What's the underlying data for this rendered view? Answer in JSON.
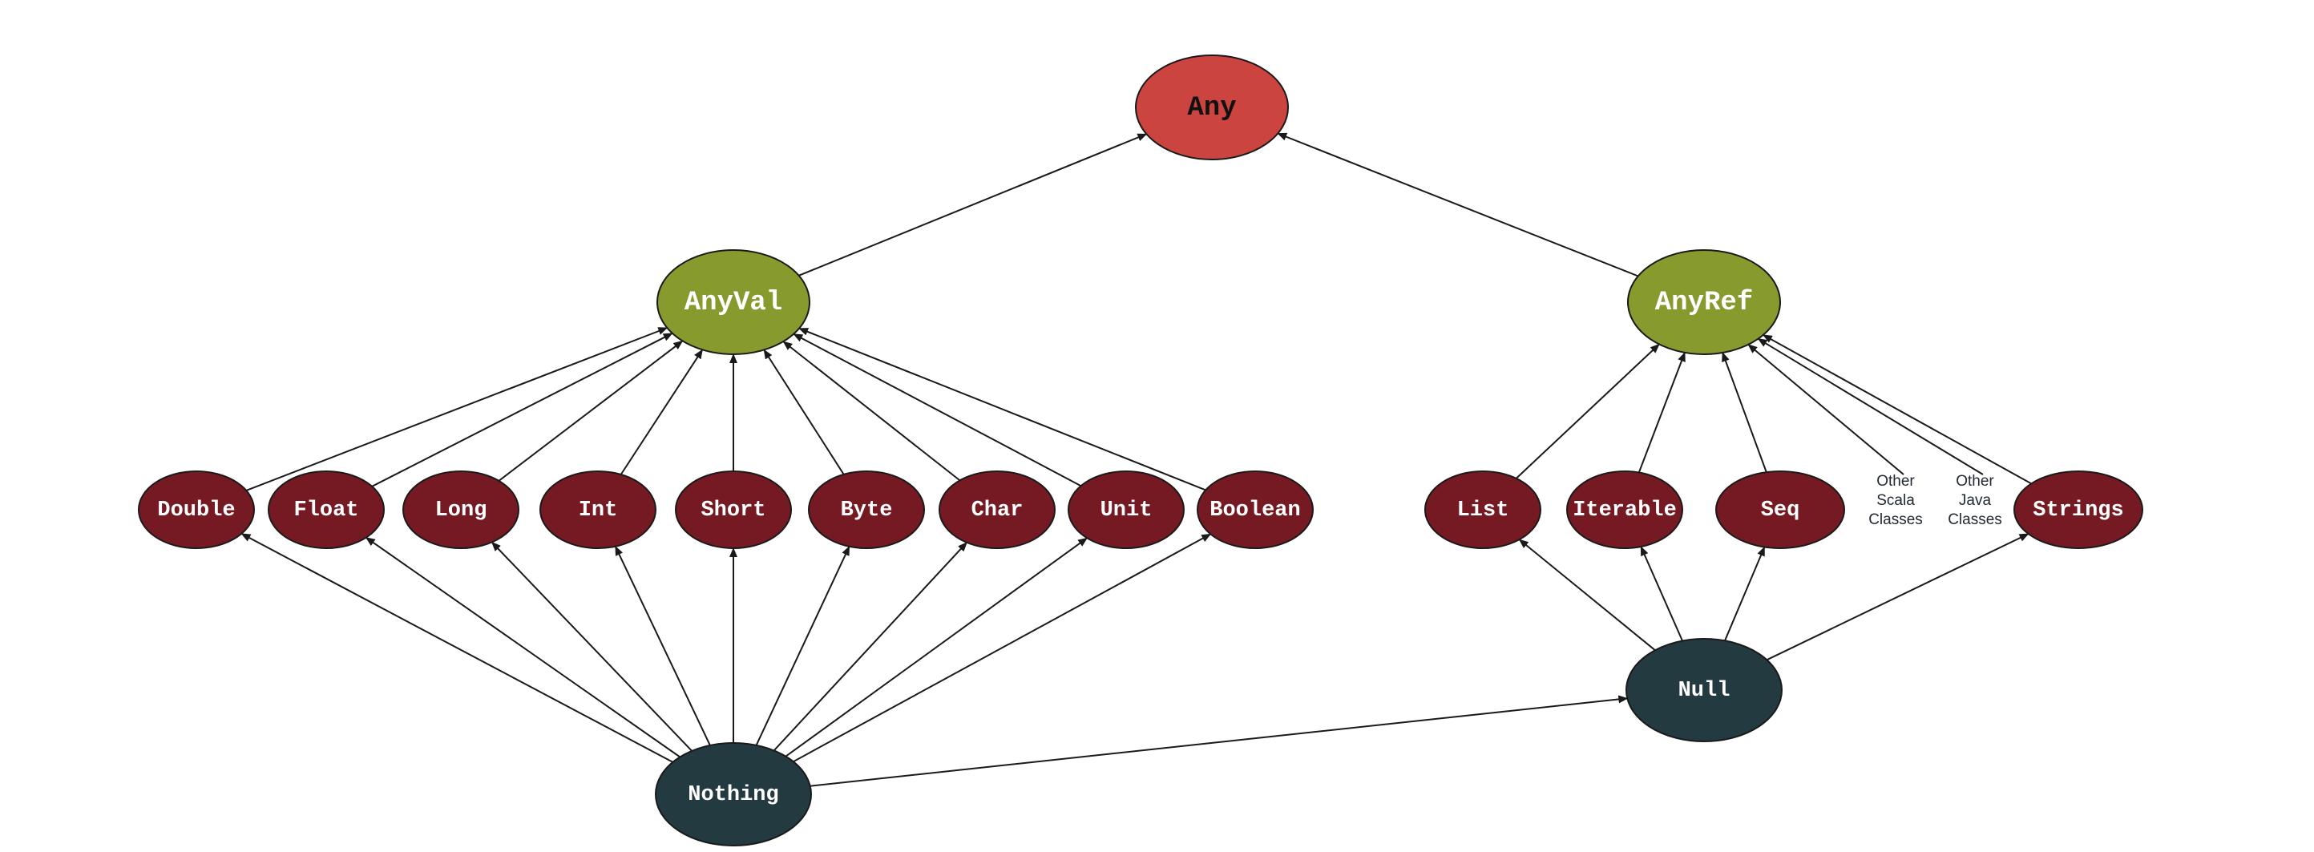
{
  "nodes": [
    {
      "id": "any",
      "label": "Any",
      "kind": "root"
    },
    {
      "id": "anyval",
      "label": "AnyVal",
      "kind": "super"
    },
    {
      "id": "anyref",
      "label": "AnyRef",
      "kind": "super"
    },
    {
      "id": "double",
      "label": "Double",
      "kind": "type"
    },
    {
      "id": "float",
      "label": "Float",
      "kind": "type"
    },
    {
      "id": "long",
      "label": "Long",
      "kind": "type"
    },
    {
      "id": "int",
      "label": "Int",
      "kind": "type"
    },
    {
      "id": "short",
      "label": "Short",
      "kind": "type"
    },
    {
      "id": "byte",
      "label": "Byte",
      "kind": "type"
    },
    {
      "id": "char",
      "label": "Char",
      "kind": "type"
    },
    {
      "id": "unit",
      "label": "Unit",
      "kind": "type"
    },
    {
      "id": "boolean",
      "label": "Boolean",
      "kind": "type"
    },
    {
      "id": "list",
      "label": "List",
      "kind": "type"
    },
    {
      "id": "iterable",
      "label": "Iterable",
      "kind": "type"
    },
    {
      "id": "seq",
      "label": "Seq",
      "kind": "type"
    },
    {
      "id": "strings",
      "label": "Strings",
      "kind": "type"
    },
    {
      "id": "null",
      "label": "Null",
      "kind": "bottom"
    },
    {
      "id": "nothing",
      "label": "Nothing",
      "kind": "bottom"
    }
  ],
  "notes": [
    {
      "id": "other-scala",
      "lines": [
        "Other",
        "Scala",
        "Classes"
      ]
    },
    {
      "id": "other-java",
      "lines": [
        "Other",
        "Java",
        "Classes"
      ]
    }
  ],
  "edges": [
    {
      "from": "anyval",
      "to": "any"
    },
    {
      "from": "anyref",
      "to": "any"
    },
    {
      "from": "double",
      "to": "anyval"
    },
    {
      "from": "float",
      "to": "anyval"
    },
    {
      "from": "long",
      "to": "anyval"
    },
    {
      "from": "int",
      "to": "anyval"
    },
    {
      "from": "short",
      "to": "anyval"
    },
    {
      "from": "byte",
      "to": "anyval"
    },
    {
      "from": "char",
      "to": "anyval"
    },
    {
      "from": "unit",
      "to": "anyval"
    },
    {
      "from": "boolean",
      "to": "anyval"
    },
    {
      "from": "list",
      "to": "anyref"
    },
    {
      "from": "iterable",
      "to": "anyref"
    },
    {
      "from": "seq",
      "to": "anyref"
    },
    {
      "from": "other-scala",
      "to": "anyref"
    },
    {
      "from": "other-java",
      "to": "anyref"
    },
    {
      "from": "strings",
      "to": "anyref"
    },
    {
      "from": "nothing",
      "to": "double"
    },
    {
      "from": "nothing",
      "to": "float"
    },
    {
      "from": "nothing",
      "to": "long"
    },
    {
      "from": "nothing",
      "to": "int"
    },
    {
      "from": "nothing",
      "to": "short"
    },
    {
      "from": "nothing",
      "to": "byte"
    },
    {
      "from": "nothing",
      "to": "char"
    },
    {
      "from": "nothing",
      "to": "unit"
    },
    {
      "from": "nothing",
      "to": "boolean"
    },
    {
      "from": "nothing",
      "to": "null"
    },
    {
      "from": "null",
      "to": "list"
    },
    {
      "from": "null",
      "to": "iterable"
    },
    {
      "from": "null",
      "to": "seq"
    },
    {
      "from": "null",
      "to": "strings"
    }
  ],
  "colors": {
    "root": "#cc4440",
    "super": "#879a2e",
    "type": "#751a22",
    "bottom": "#233a41",
    "edge": "#1a1a1a"
  }
}
